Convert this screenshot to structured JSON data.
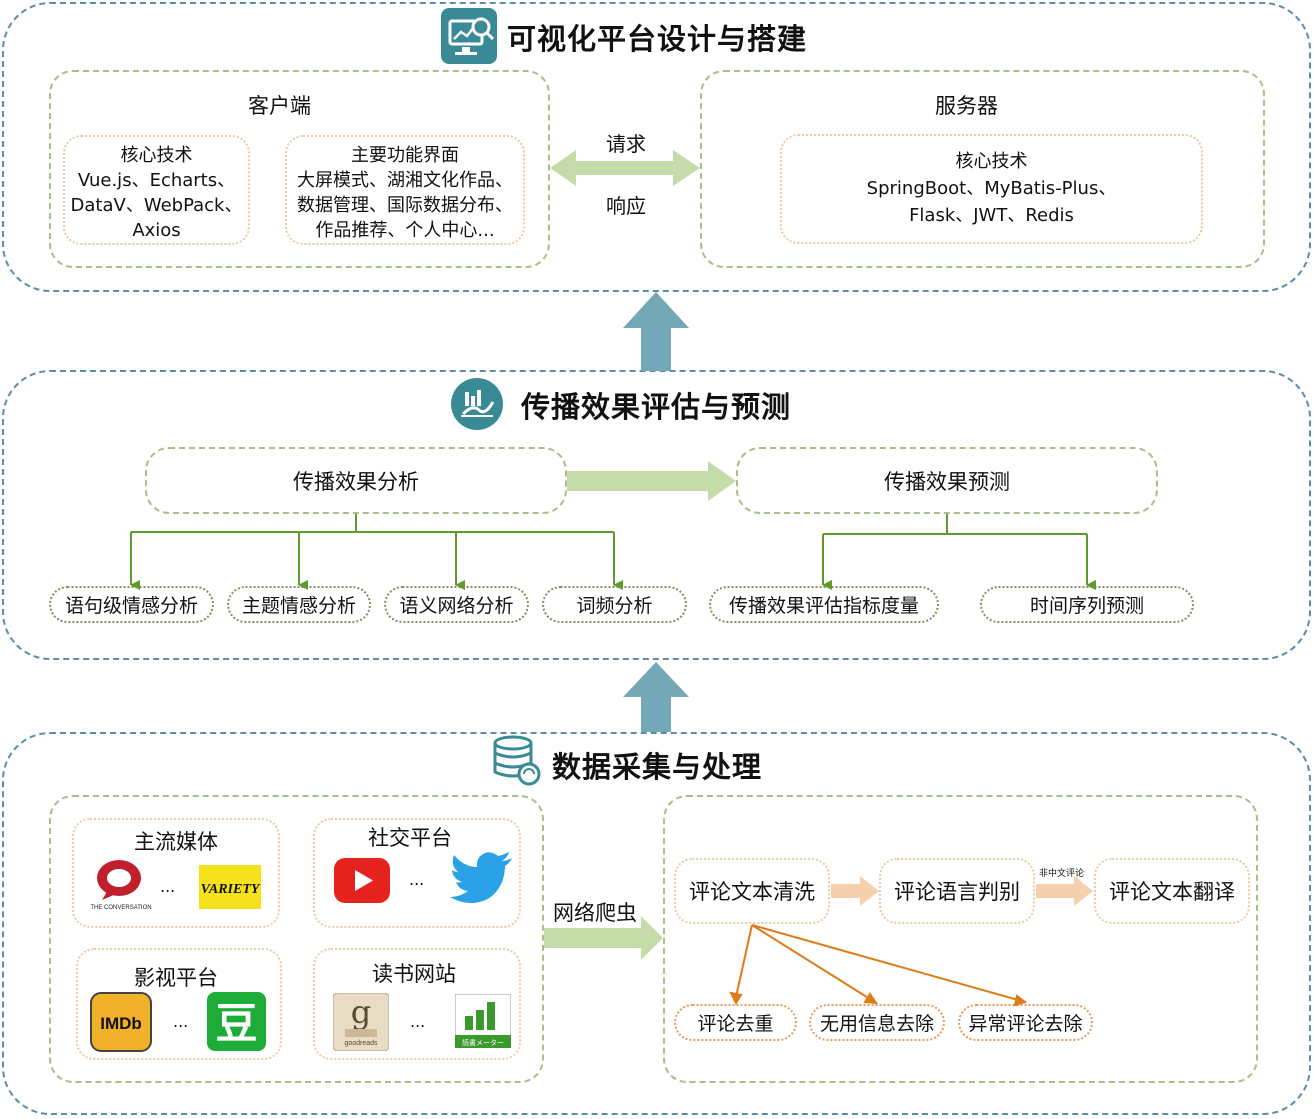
{
  "top": {
    "title": "可视化平台设计与搭建",
    "client": {
      "heading": "客户端",
      "core_tech": {
        "heading": "核心技术",
        "lines": [
          "Vue.js、Echarts、",
          "DataV、WebPack、",
          "Axios"
        ]
      },
      "features": {
        "heading": "主要功能界面",
        "lines": [
          "大屏模式、湖湘文化作品、",
          "数据管理、国际数据分布、",
          "作品推荐、个人中心..."
        ]
      }
    },
    "link": {
      "request": "请求",
      "response": "响应"
    },
    "server": {
      "heading": "服务器",
      "core_tech": {
        "heading": "核心技术",
        "lines": [
          "SpringBoot、MyBatis-Plus、",
          "Flask、JWT、Redis"
        ]
      }
    }
  },
  "middle": {
    "title": "传播效果评估与预测",
    "analysis": {
      "heading": "传播效果分析",
      "items": [
        "语句级情感分析",
        "主题情感分析",
        "语义网络分析",
        "词频分析"
      ]
    },
    "prediction": {
      "heading": "传播效果预测",
      "items": [
        "传播效果评估指标度量",
        "时间序列预测"
      ]
    }
  },
  "bottom": {
    "title": "数据采集与处理",
    "sources": {
      "mainstream": {
        "heading": "主流媒体",
        "ellipsis": "...",
        "logo_text": "THE CONVERSATION",
        "logo2_text": "VARIETY"
      },
      "social": {
        "heading": "社交平台",
        "ellipsis": "..."
      },
      "film": {
        "heading": "影视平台",
        "ellipsis": "...",
        "logo_text": "IMDb",
        "logo2_text": "豆"
      },
      "books": {
        "heading": "读书网站",
        "ellipsis": "...",
        "logo_text": "goodreads",
        "logo2_text": "読書メーター"
      }
    },
    "crawler": "网络爬虫",
    "processing": {
      "steps": [
        "评论文本清洗",
        "评论语言判别",
        "评论文本翻译"
      ],
      "non_chinese": "非中文评论",
      "subtasks": [
        "评论去重",
        "无用信息去除",
        "异常评论去除"
      ]
    }
  },
  "colors": {
    "section_border": "#5c8fa6",
    "green_border": "#a8bf86",
    "orange_border": "#f0c7a5",
    "up_arrow": "#74a8b6",
    "green_arrow": "#c5dba9",
    "tree_line": "#5e9b2e",
    "orange_arrow": "#e07b1a"
  }
}
